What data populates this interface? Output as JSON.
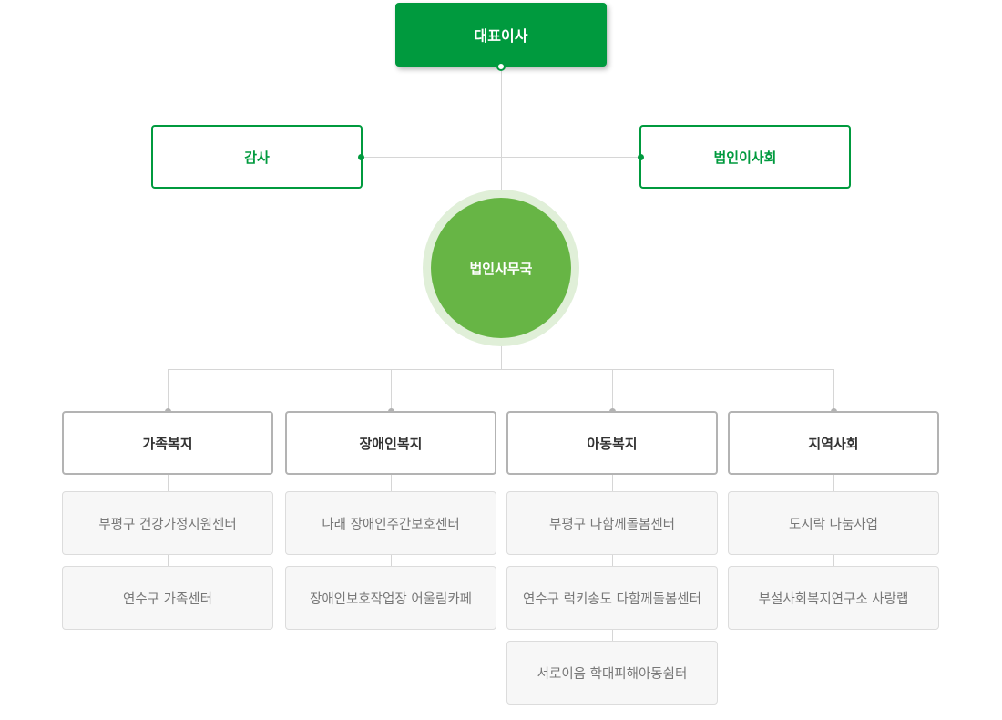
{
  "ceo": "대표이사",
  "auditor": "감사",
  "board": "법인이사회",
  "secretariat": "법인사무국",
  "departments": [
    {
      "name": "가족복지",
      "units": [
        "부평구 건강가정지원센터",
        "연수구 가족센터"
      ]
    },
    {
      "name": "장애인복지",
      "units": [
        "나래 장애인주간보호센터",
        "장애인보호작업장 어울림카페"
      ]
    },
    {
      "name": "아동복지",
      "units": [
        "부평구 다함께돌봄센터",
        "연수구 럭키송도 다함께돌봄센터",
        "서로이음 학대피해아동쉼터"
      ]
    },
    {
      "name": "지역사회",
      "units": [
        "도시락 나눔사업",
        "부설사회복지연구소 사랑랩"
      ]
    }
  ],
  "colors": {
    "primary": "#009a3e",
    "circle": "#67b545",
    "halo": "#e0efd8"
  }
}
